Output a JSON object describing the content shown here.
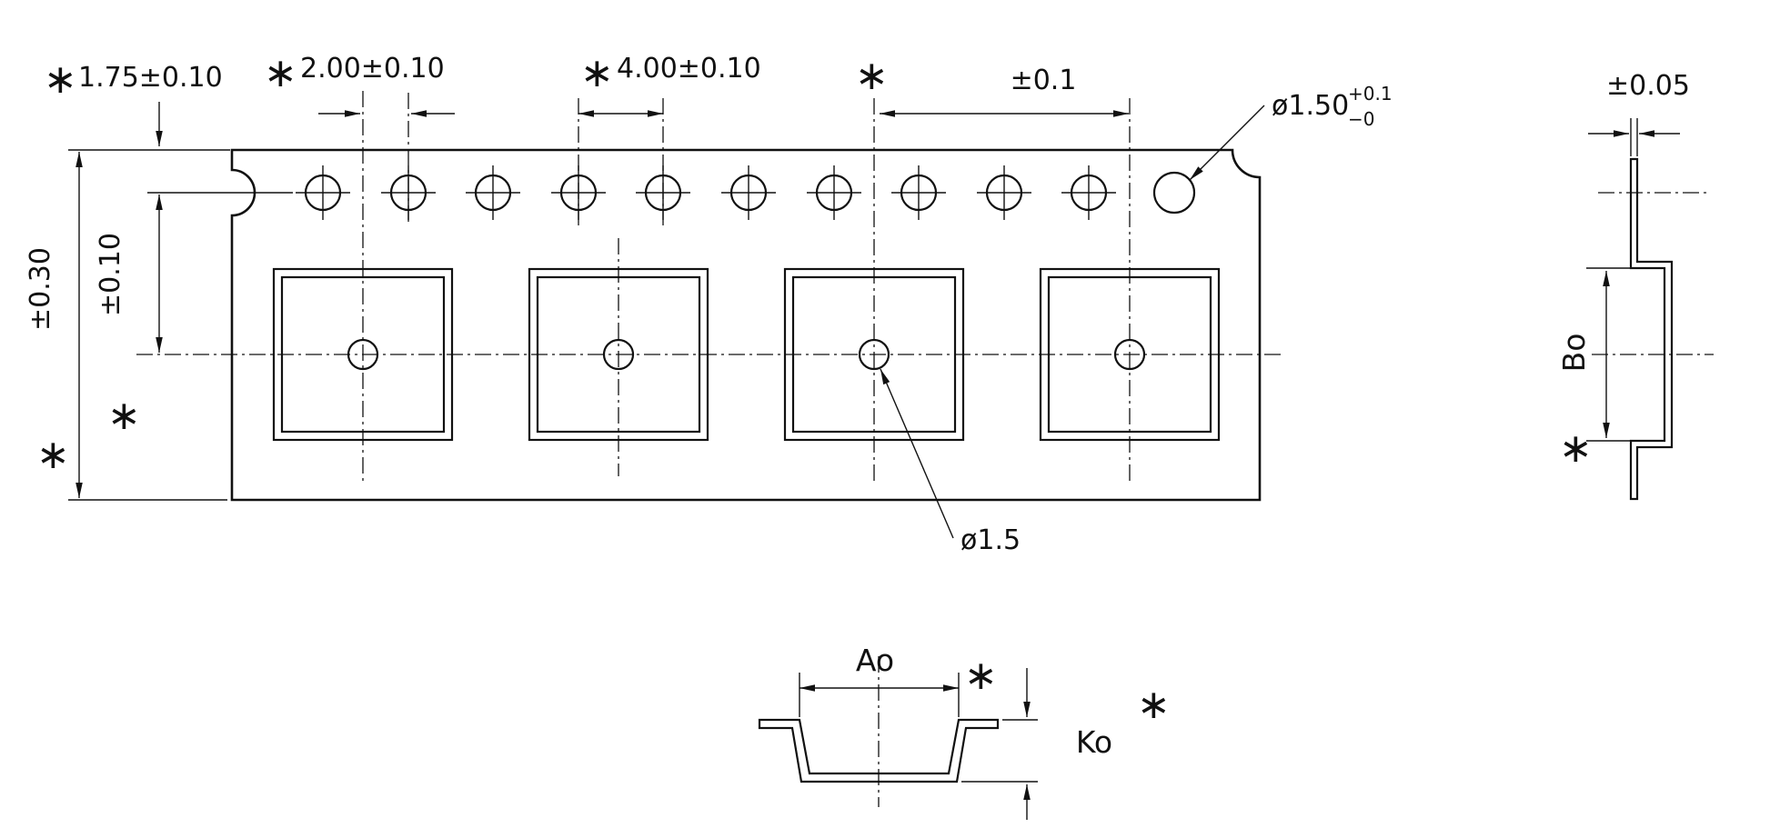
{
  "drawing": {
    "type": "carrier-tape-technical-drawing",
    "views": [
      "top-view",
      "side-section-view",
      "pocket-section-view"
    ],
    "colors": {
      "line": "#111111",
      "background": "#ffffff"
    }
  },
  "sym": {
    "asterisk": "∗"
  },
  "top_view": {
    "sprocket_hole_count_crosshair": 10,
    "unpunched_hole_count": 1,
    "pocket_count": 4,
    "edge_to_sprocket_dim": "1.75±0.10",
    "pocket_to_sprocket_dim": "2.00±0.10",
    "sprocket_pitch_dim": "4.00±0.10",
    "pocket_pitch_tolerance_dim": "±0.1",
    "sprocket_hole_dia": {
      "value": "ø1.50",
      "plus": "+0.1",
      "minus": "−0"
    },
    "tape_width_tolerance_dim": "±0.30",
    "sprocket_to_pocket_tolerance_dim": "±0.10",
    "pocket_hole_dia_dim": "ø1.5"
  },
  "side_view": {
    "thickness_tolerance_dim": "±0.05",
    "pocket_length_label": "Bo"
  },
  "section_view": {
    "pocket_width_label": "Ao",
    "pocket_depth_label": "Ko"
  }
}
